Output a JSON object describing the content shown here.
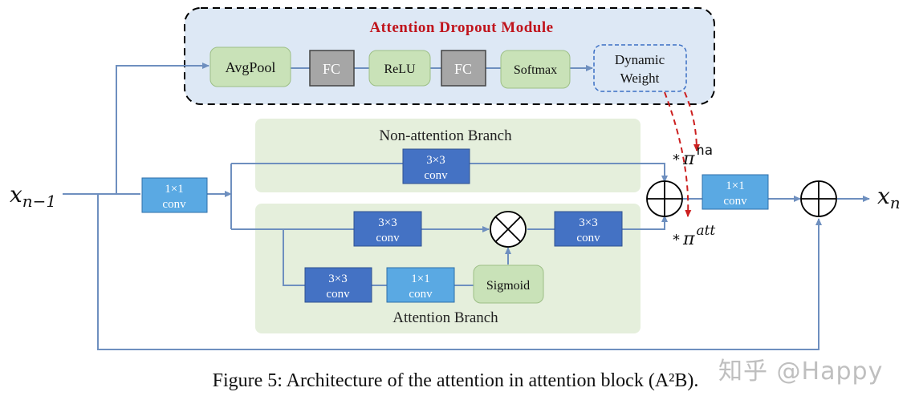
{
  "module": {
    "title": "Attention Dropout Module"
  },
  "blocks": {
    "avgpool": "AvgPool",
    "fc1": "FC",
    "relu": "ReLU",
    "fc2": "FC",
    "softmax": "Softmax",
    "dynamic_weight_line1": "Dynamic",
    "dynamic_weight_line2": "Weight",
    "conv1x1_in_line1": "1×1",
    "conv1x1_in_line2": "conv",
    "na_conv_line1": "3×3",
    "na_conv_line2": "conv",
    "att_conv_a_line1": "3×3",
    "att_conv_a_line2": "conv",
    "att_conv_b_line1": "3×3",
    "att_conv_b_line2": "conv",
    "att_conv_c_line1": "3×3",
    "att_conv_c_line2": "conv",
    "att_conv1x1_line1": "1×1",
    "att_conv1x1_line2": "conv",
    "sigmoid": "Sigmoid",
    "conv1x1_out_line1": "1×1",
    "conv1x1_out_line2": "conv"
  },
  "branches": {
    "non_attention": "Non-attention Branch",
    "attention": "Attention Branch"
  },
  "labels": {
    "input_base": "x",
    "input_sub": "n−1",
    "output_base": "x",
    "output_sub": "n",
    "pi_na_star": "*",
    "pi_na_pi": "π",
    "pi_na_sup": "na",
    "pi_att_star": "*",
    "pi_att_pi": "π",
    "pi_att_sup": "att"
  },
  "caption": "Figure 5: Architecture of the attention in attention block (A²B).",
  "watermark": "知乎 @Happy",
  "colors": {
    "module_bg": "#dde8f5",
    "module_title": "#c0141c",
    "green_panel": "#e5efdc",
    "green_block": "#c9e2b8",
    "gray_block": "#a6a6a6",
    "dark_blue_block": "#4472c4",
    "light_blue_block": "#5aa9e3",
    "line": "#6e8fbf",
    "dashed_red": "#cc1f1f"
  }
}
